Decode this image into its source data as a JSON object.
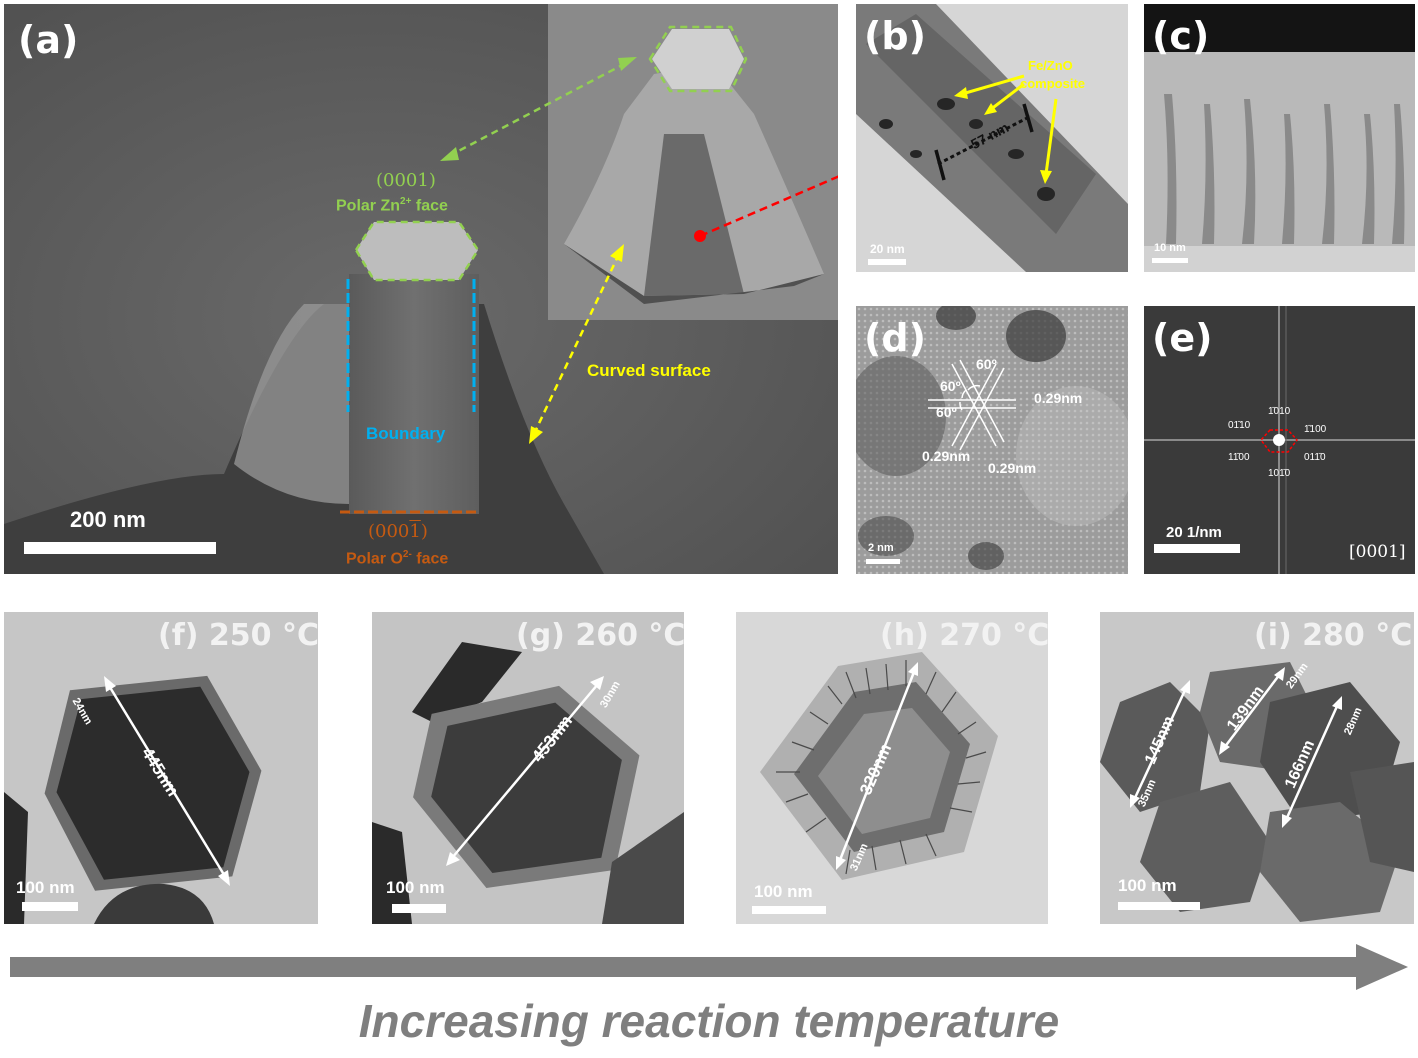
{
  "panel_a": {
    "label": "(a)",
    "top_face_index": "(0001)",
    "top_face_desc_prefix": "Polar Zn",
    "top_face_desc_sup": "2+",
    "top_face_desc_suffix": " face",
    "boundary_label": "Boundary",
    "curved_label": "Curved surface",
    "bottom_face_index_prefix": "(000",
    "bottom_face_index_bar": "1",
    "bottom_face_index_suffix": ")",
    "bottom_face_desc_prefix": "Polar O",
    "bottom_face_desc_sup": "2-",
    "bottom_face_desc_suffix": " face",
    "scale_bar": "200 nm"
  },
  "panel_b": {
    "label": "(b)",
    "annotation_line1": "Fe/ZnO",
    "annotation_line2": "composite",
    "measure": "57 nm",
    "scale_bar": "20 nm"
  },
  "panel_c": {
    "label": "(c)",
    "scale_bar": "10 nm"
  },
  "panel_d": {
    "label": "(d)",
    "angle_top": "60º",
    "angle_mid": "60º",
    "angle_low": "60º",
    "spacing_right": "0.29nm",
    "spacing_left": "0.29nm",
    "spacing_bottom": "0.29nm",
    "scale_bar": "2 nm"
  },
  "panel_e": {
    "label": "(e)",
    "spot_top": "1̄010",
    "spot_top_left": "01̄10",
    "spot_top_right": "1̄100",
    "spot_bottom_left": "11̄00",
    "spot_bottom_right": "011̄0",
    "spot_bottom": "101̄0",
    "zone_axis": "[0001]",
    "scale_bar": "20  1/nm"
  },
  "panel_f": {
    "label": "(f) 250 °C",
    "size_main": "445nm",
    "size_shell": "24nm",
    "scale_bar": "100 nm"
  },
  "panel_g": {
    "label": "(g) 260 °C",
    "size_main": "453nm",
    "size_shell": "30nm",
    "scale_bar": "100 nm"
  },
  "panel_h": {
    "label": "(h) 270 °C",
    "size_main": "320nm",
    "size_shell": "31nm",
    "scale_bar": "100 nm"
  },
  "panel_i": {
    "label": "(i) 280 °C",
    "size_a": "145nm",
    "shell_a": "35nm",
    "size_b": "139nm",
    "shell_b": "29nm",
    "size_c": "166nm",
    "shell_c": "28nm",
    "scale_bar": "100 nm"
  },
  "bottom": {
    "caption": "Increasing reaction temperature"
  },
  "colors": {
    "green": "#92d050",
    "yellow": "#ffff00",
    "blue": "#00b0f0",
    "orange": "#c55a11",
    "red": "#ff0000",
    "arrow": "#7f7f7f"
  }
}
